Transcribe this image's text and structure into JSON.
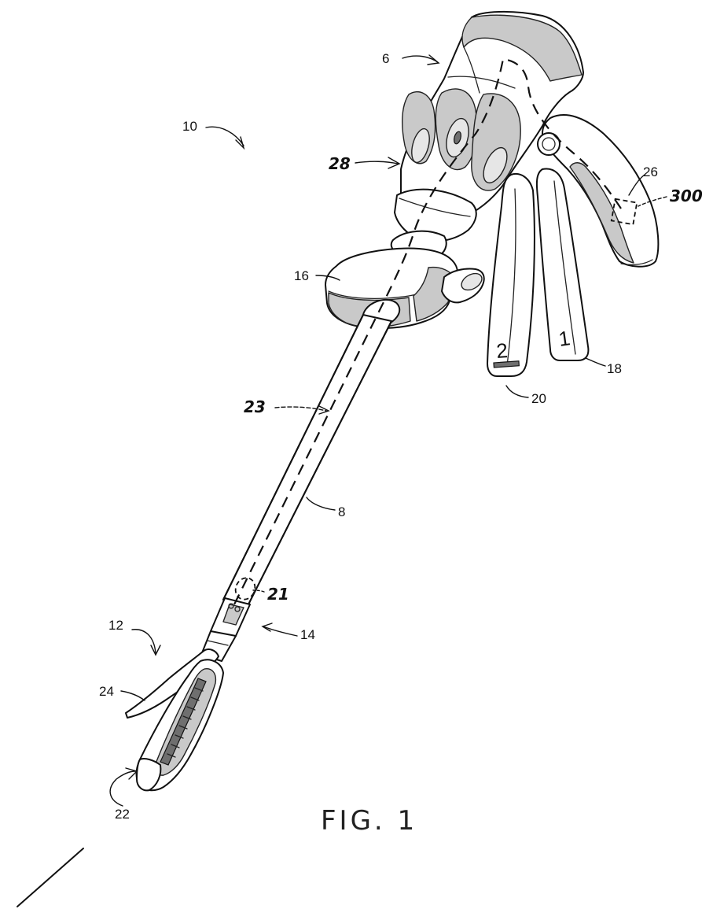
{
  "figure": {
    "caption": "FIG. 1",
    "labels": {
      "l10": "10",
      "l6": "6",
      "l28": "28",
      "l26": "26",
      "l300": "300",
      "l16": "16",
      "l18": "18",
      "l20": "20",
      "l23": "23",
      "l8": "8",
      "l21": "21",
      "l14": "14",
      "l12": "12",
      "l24": "24",
      "l22": "22"
    },
    "trigger_marks": {
      "first": "1",
      "second": "2"
    }
  }
}
